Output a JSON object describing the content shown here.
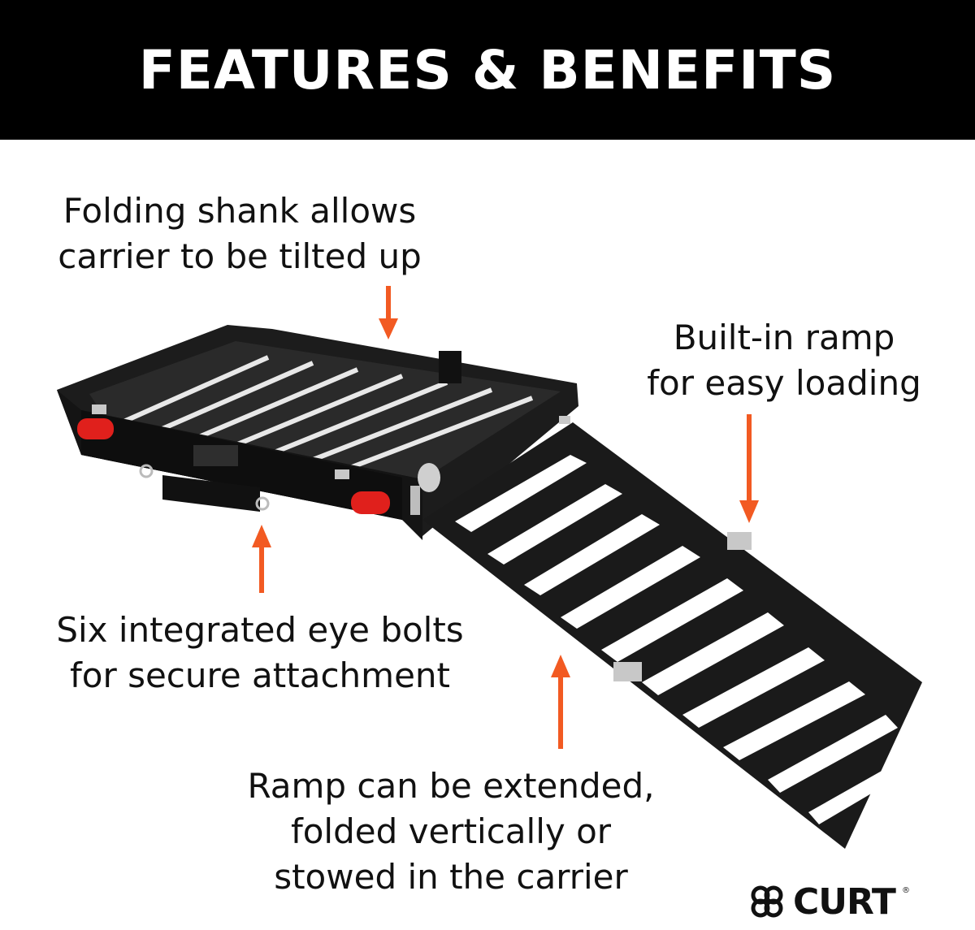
{
  "header": {
    "title": "FEATURES & BENEFITS"
  },
  "callouts": {
    "shank": {
      "line1": "Folding shank allows",
      "line2": "carrier to be tilted up"
    },
    "ramp": {
      "line1": "Built-in ramp",
      "line2": "for easy loading"
    },
    "eyebolts": {
      "line1": "Six integrated eye bolts",
      "line2": "for secure attachment"
    },
    "extend": {
      "line1": "Ramp can be extended,",
      "line2": "folded vertically or",
      "line3": "stowed in the carrier"
    }
  },
  "brand": {
    "name": "CURT"
  },
  "colors": {
    "header_bg": "#000000",
    "arrow": "#f25a22",
    "text": "#111111",
    "reflector": "#e0201c"
  },
  "icons": {
    "logo_mark": "curt-logo-icon"
  }
}
